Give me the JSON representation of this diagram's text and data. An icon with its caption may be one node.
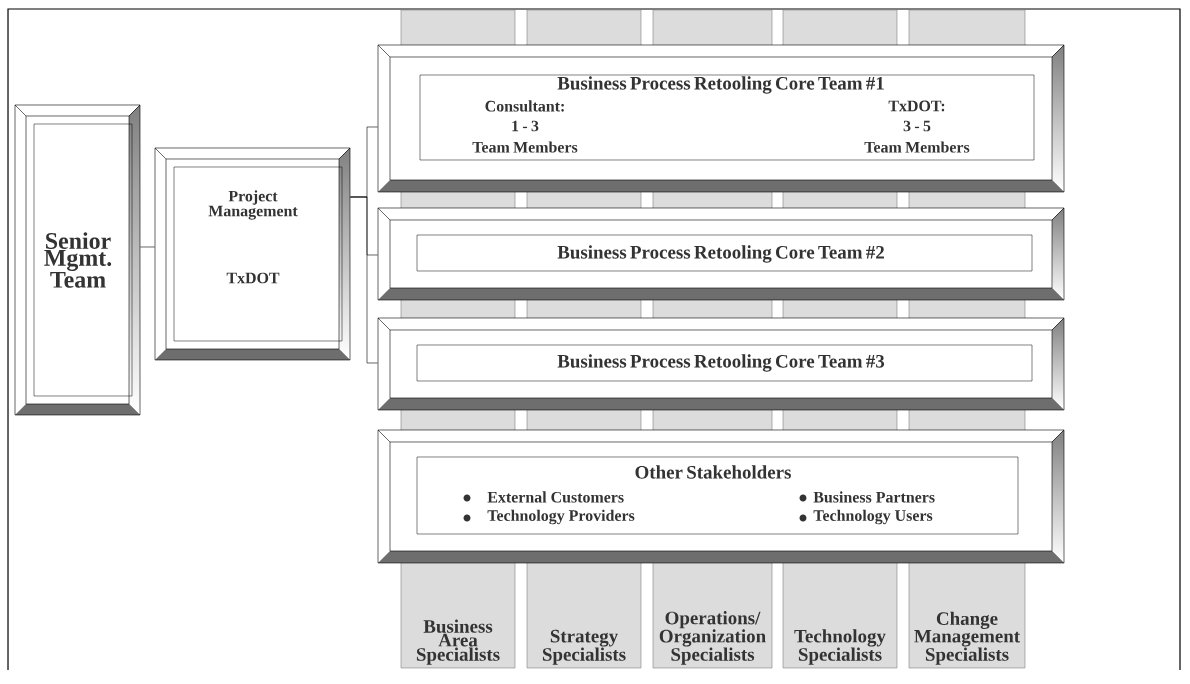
{
  "diagram": {
    "nodes": [
      {
        "text": [
          "Senior Mgmt. Team"
        ]
      },
      {
        "text": [
          "Project Management",
          "TxDOT"
        ]
      },
      {
        "text": [
          "Business Process Retooling Core Team #1",
          "Consultant:",
          "1 - 3",
          "Team Members",
          "TxDOT:",
          "3 - 5",
          "Team Members"
        ]
      },
      {
        "text": [
          "Business Process Retooling Core Team #2"
        ]
      },
      {
        "text": [
          "Business Process Retooling Core Team #3"
        ]
      },
      {
        "text": [
          "Other Stakeholders",
          "External Customers",
          "Technology Providers",
          "Business Partners",
          "Technology Users"
        ]
      },
      {
        "text": [
          "Business Area Specialists"
        ]
      },
      {
        "text": [
          "Strategy Specialists"
        ]
      },
      {
        "text": [
          "Operations/ Organization Specialists"
        ]
      },
      {
        "text": [
          "Technology Specialists"
        ]
      },
      {
        "text": [
          "Change Management Specialists"
        ]
      }
    ],
    "edges": [
      {
        "from": 0,
        "to": 1,
        "arrow": "none"
      },
      {
        "from": 1,
        "to": 2,
        "arrow": "none"
      },
      {
        "from": 1,
        "to": 3,
        "arrow": "none"
      },
      {
        "from": 1,
        "to": 4,
        "arrow": "none"
      }
    ]
  }
}
